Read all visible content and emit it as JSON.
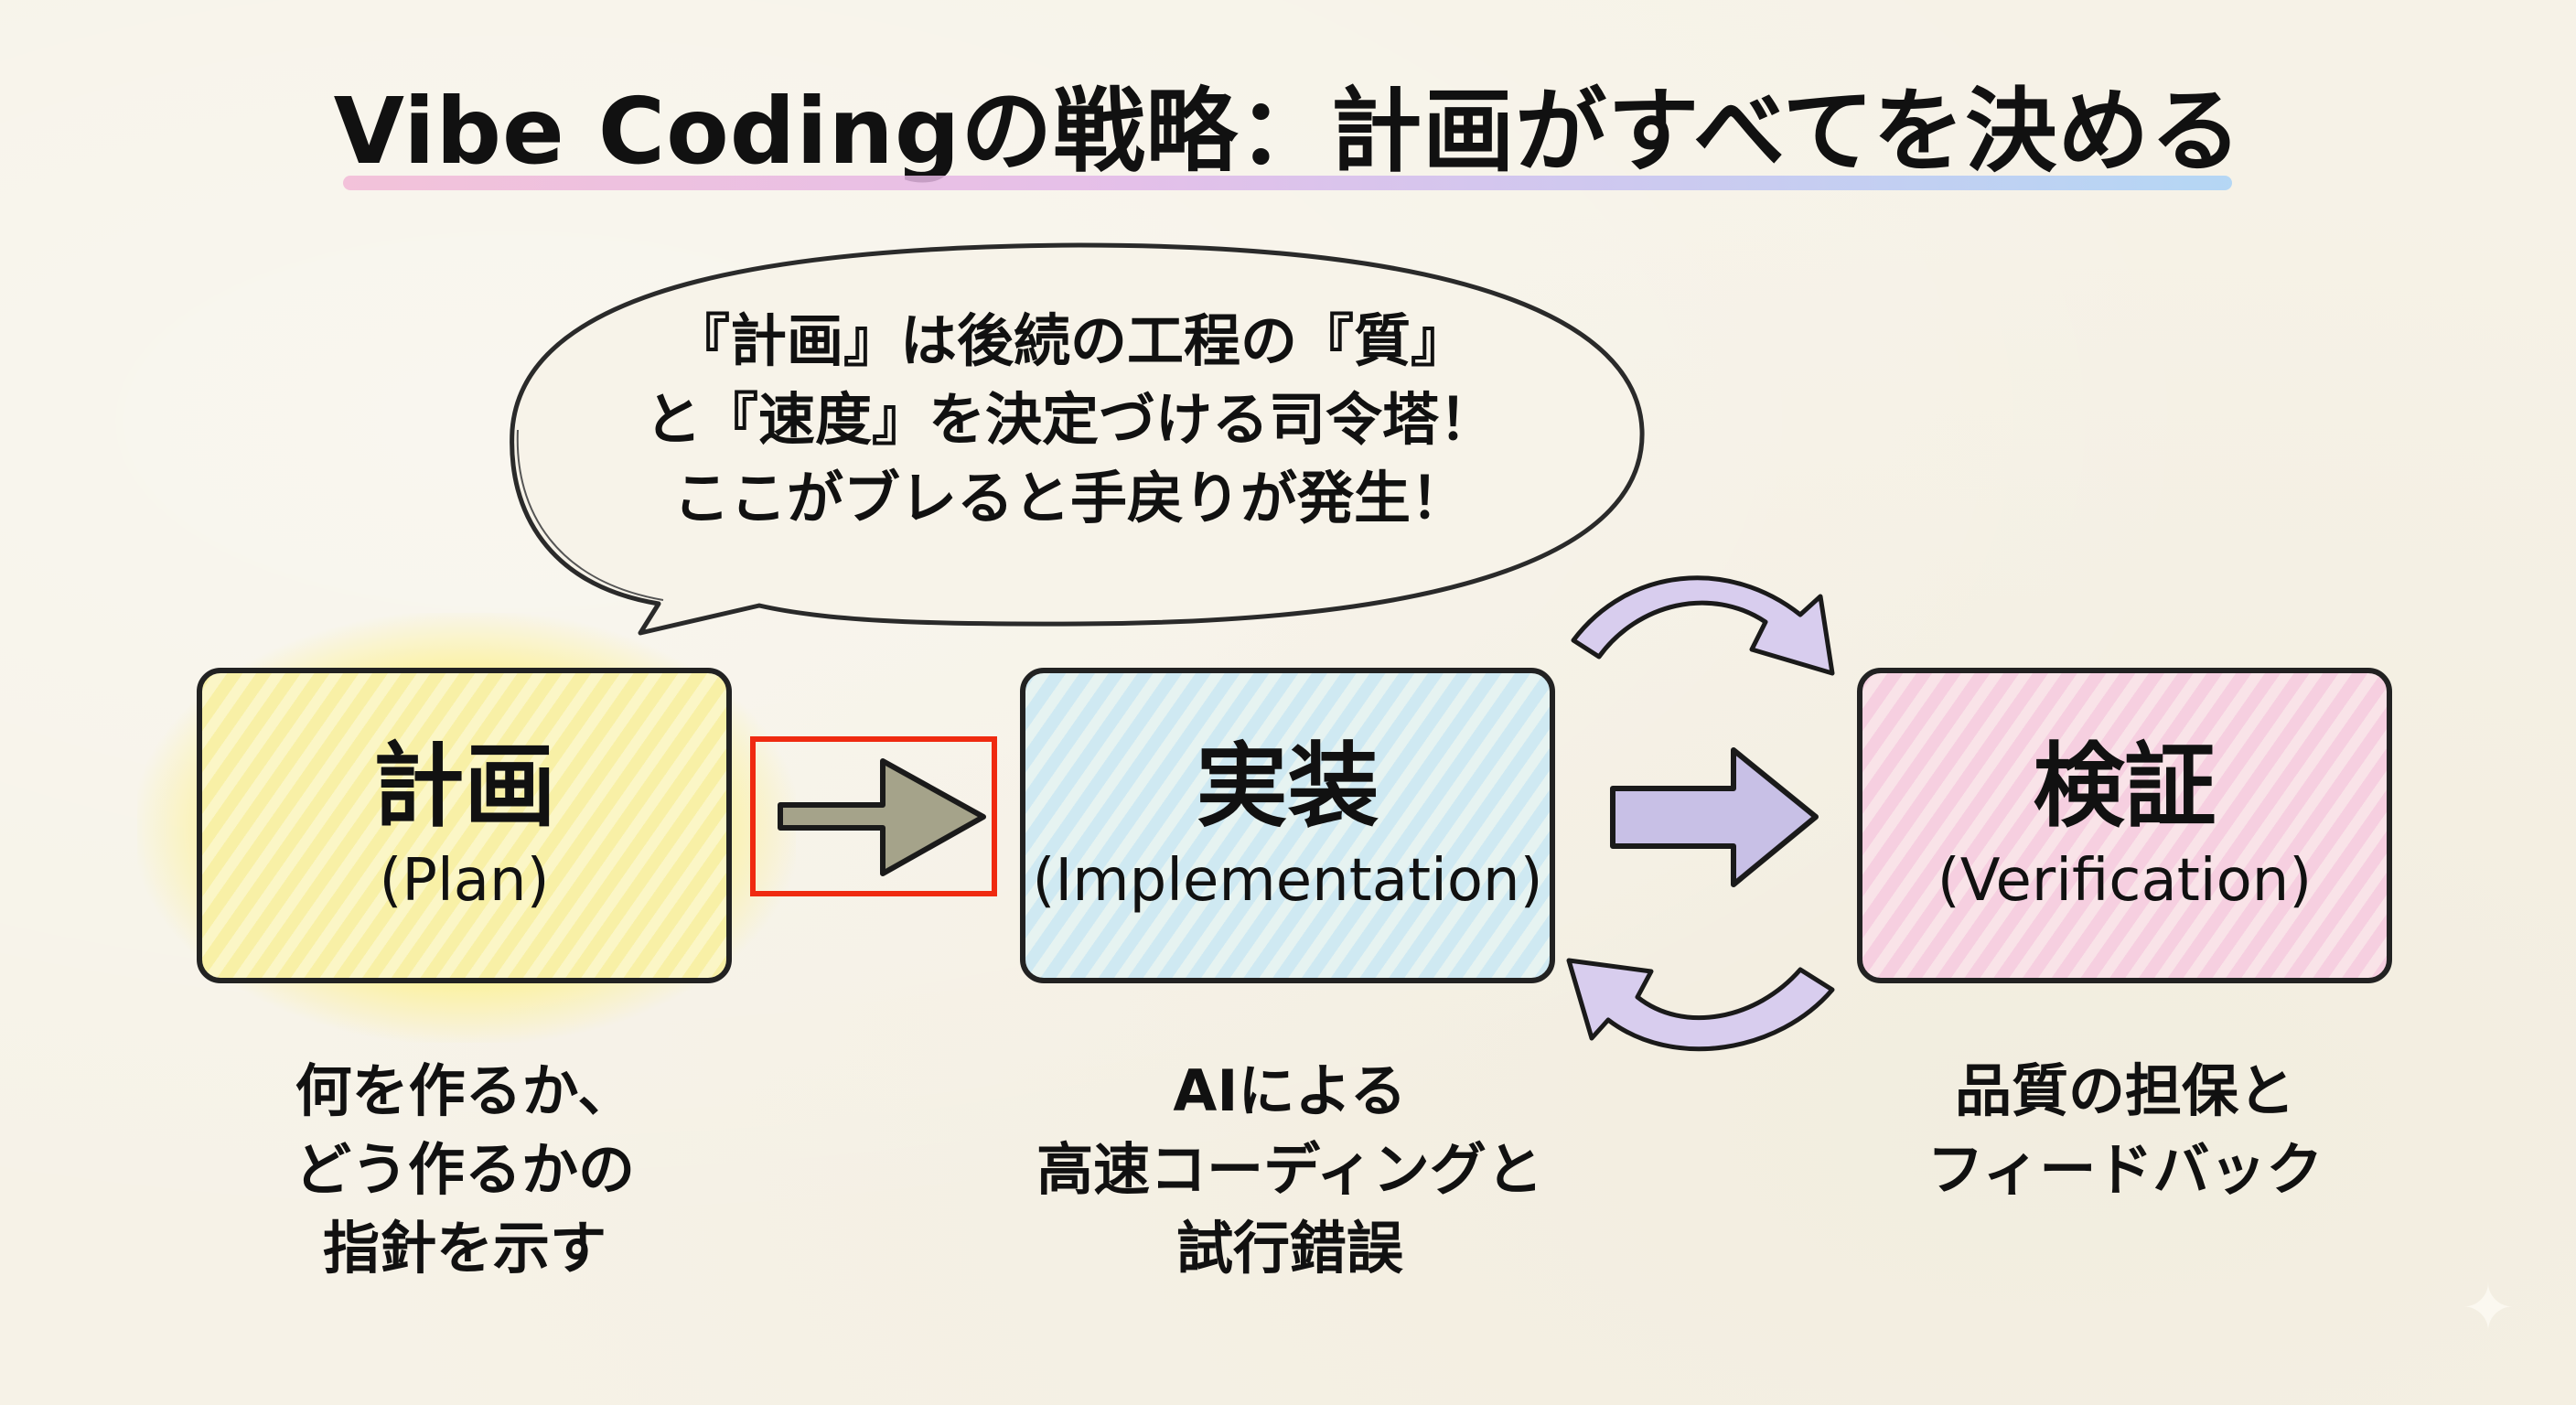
{
  "title": "Vibe Codingの戦略：計画がすべてを決める",
  "colors": {
    "background": "#f6f2e7",
    "plan_fill": "#f8f0a6",
    "plan_glow": "#fff06e",
    "implementation_fill": "#cfe9f2",
    "verification_fill": "#f6cfe0",
    "cycle_arrow_fill": "#d8cdee",
    "highlight_border": "#ef2a10",
    "underline_gradient": [
      "#f2b9d6",
      "#a9d2f7"
    ]
  },
  "speech_bubble": {
    "lines": [
      "『計画』は後続の工程の『質』",
      "と『速度』を決定づける司令塔！",
      "ここがブレると手戻りが発生！"
    ]
  },
  "steps": [
    {
      "title": "計画",
      "subtitle": "(Plan)",
      "description": [
        "何を作るか、",
        "どう作るかの",
        "指針を示す"
      ],
      "highlighted": true
    },
    {
      "title": "実装",
      "subtitle": "(Implementation)",
      "description": [
        "AIによる",
        "高速コーディングと",
        "試行錯誤"
      ]
    },
    {
      "title": "検証",
      "subtitle": "(Verification)",
      "description": [
        "品質の担保と",
        "フィードバック"
      ]
    }
  ],
  "arrows": {
    "plan_to_impl": "arrow-right-icon",
    "impl_to_verif": "arrow-right-icon",
    "cycle_top": "curved-arrow-right-icon",
    "cycle_bottom": "curved-arrow-left-icon"
  },
  "watermark": "✦"
}
